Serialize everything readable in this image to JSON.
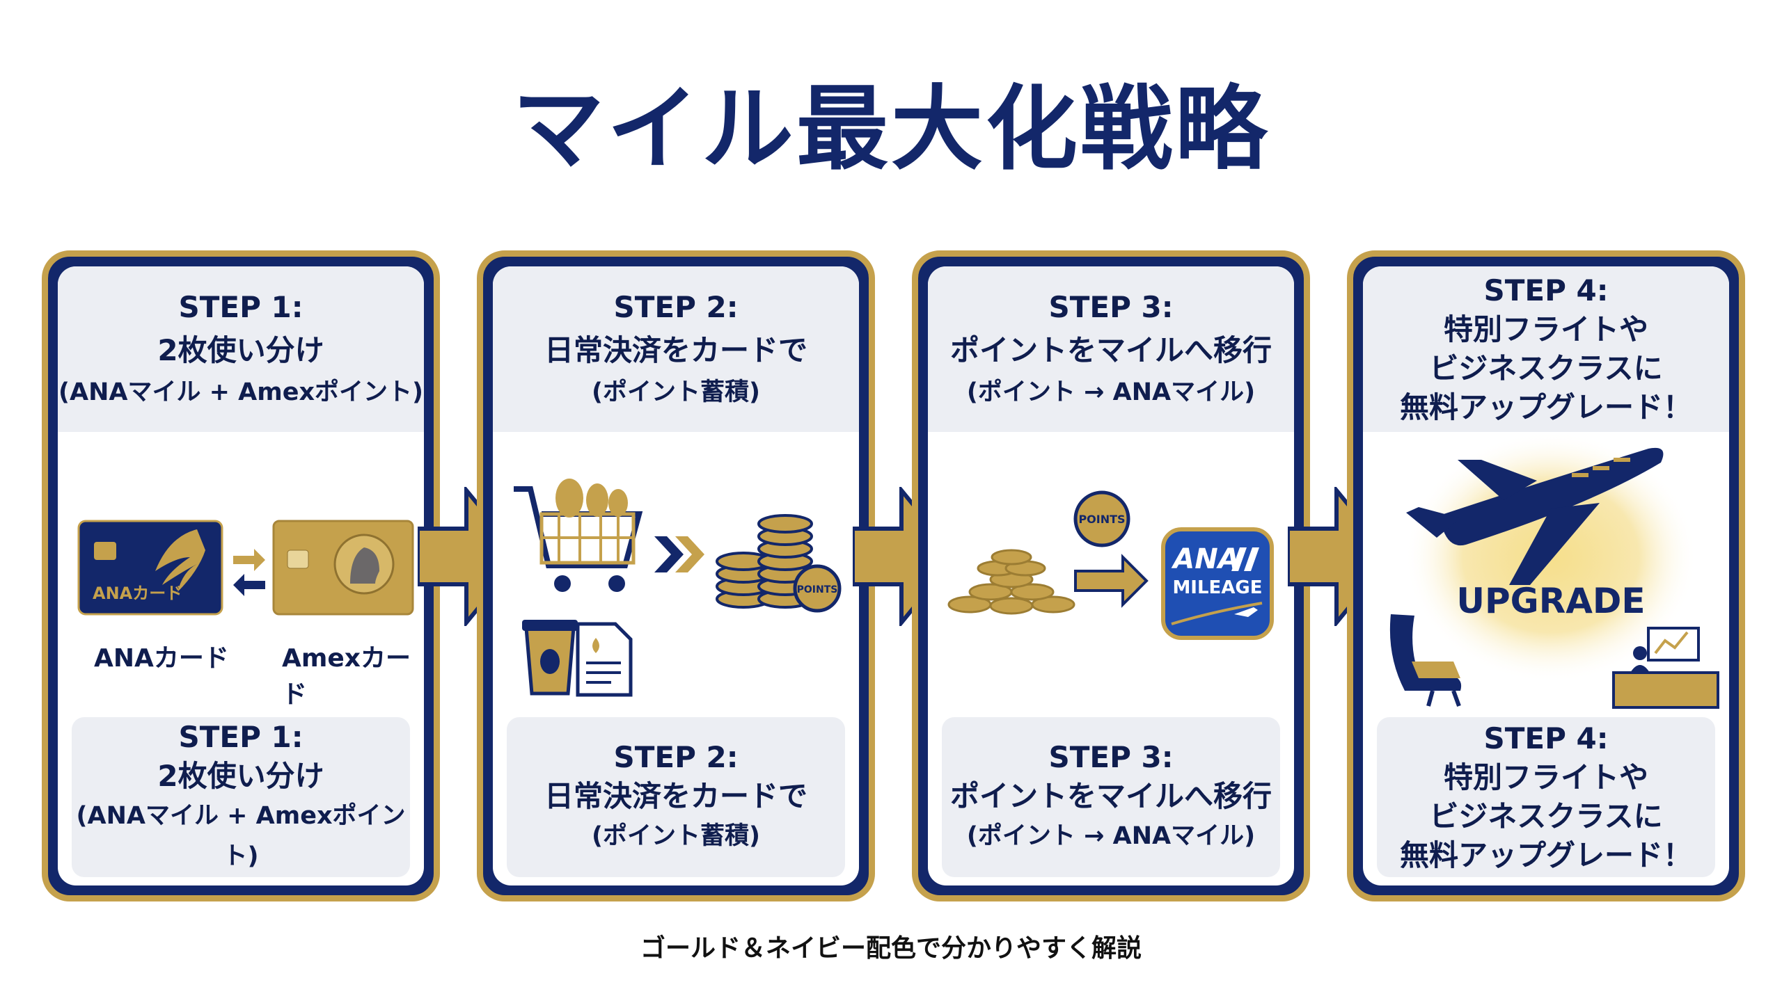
{
  "title": "マイル最大化戦略",
  "caption": "ゴールド＆ネイビー配色で分かりやすく解説",
  "colors": {
    "navy": "#13276a",
    "gold": "#c5a14c",
    "panel": "#eceef3"
  },
  "steps": [
    {
      "label": "STEP 1:",
      "title": "2枚使い分け",
      "subtitle": "(ANAマイル + Amexポイント)",
      "card_ana_text": "ANAカード",
      "card_ana_label": "ANAカード",
      "card_amex_label": "Amexカード"
    },
    {
      "label": "STEP 2:",
      "title": "日常決済をカードで",
      "subtitle": "(ポイント蓄積)",
      "coins_text": "POINTS"
    },
    {
      "label": "STEP 3:",
      "title": "ポイントをマイルへ移行",
      "subtitle": "(ポイント → ANAマイル)",
      "coin_text": "POINTS",
      "badge_top": "ANA",
      "badge_bottom": "MILEAGE"
    },
    {
      "label": "STEP 4:",
      "title_lines": [
        "特別フライトや",
        "ビジネスクラスに",
        "無料アップグレード！"
      ],
      "upgrade_text": "UPGRADE"
    }
  ]
}
